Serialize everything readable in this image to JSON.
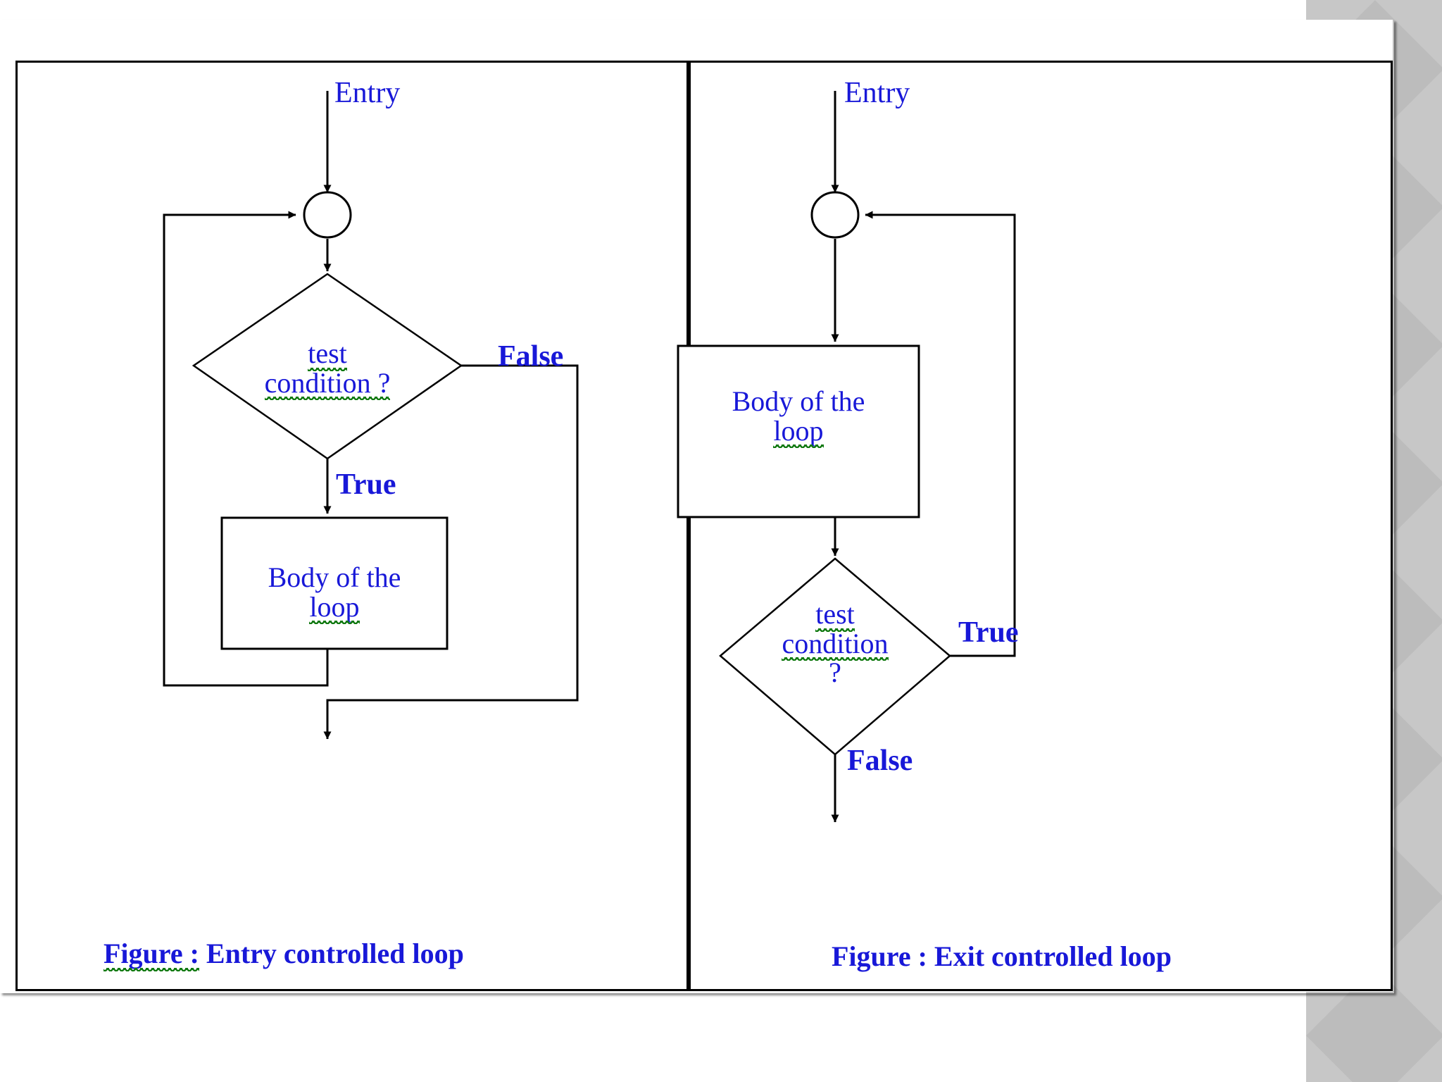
{
  "slide": {
    "background_color": "#ffffff",
    "accent_text_color": "#1818d8",
    "line_color": "#000000",
    "spellcheck_underline_color": "#127a12",
    "decorative_band_color": "#bcbcbc"
  },
  "panels": [
    {
      "id": "entry-controlled",
      "caption": "Figure : Entry controlled loop",
      "caption_spell_error": "Figure :",
      "caption_rest": " Entry controlled loop",
      "entry_label": "Entry",
      "connector_shape": "circle",
      "decision": {
        "shape": "diamond",
        "line1": "test",
        "line2": "condition ?"
      },
      "process": {
        "shape": "rectangle",
        "line1": "Body of the",
        "line2": "loop"
      },
      "branch_true": "True",
      "branch_false": "False",
      "true_target": "body-of-the-loop",
      "false_target": "exit"
    },
    {
      "id": "exit-controlled",
      "caption": "Figure : Exit controlled loop",
      "entry_label": "Entry",
      "connector_shape": "circle",
      "process": {
        "shape": "rectangle",
        "line1": "Body of the",
        "line2": "loop"
      },
      "decision": {
        "shape": "diamond",
        "line1": "test",
        "line2": "condition",
        "line3": "?"
      },
      "branch_true": "True",
      "branch_false": "False",
      "true_target": "connector-loop-back",
      "false_target": "exit"
    }
  ]
}
